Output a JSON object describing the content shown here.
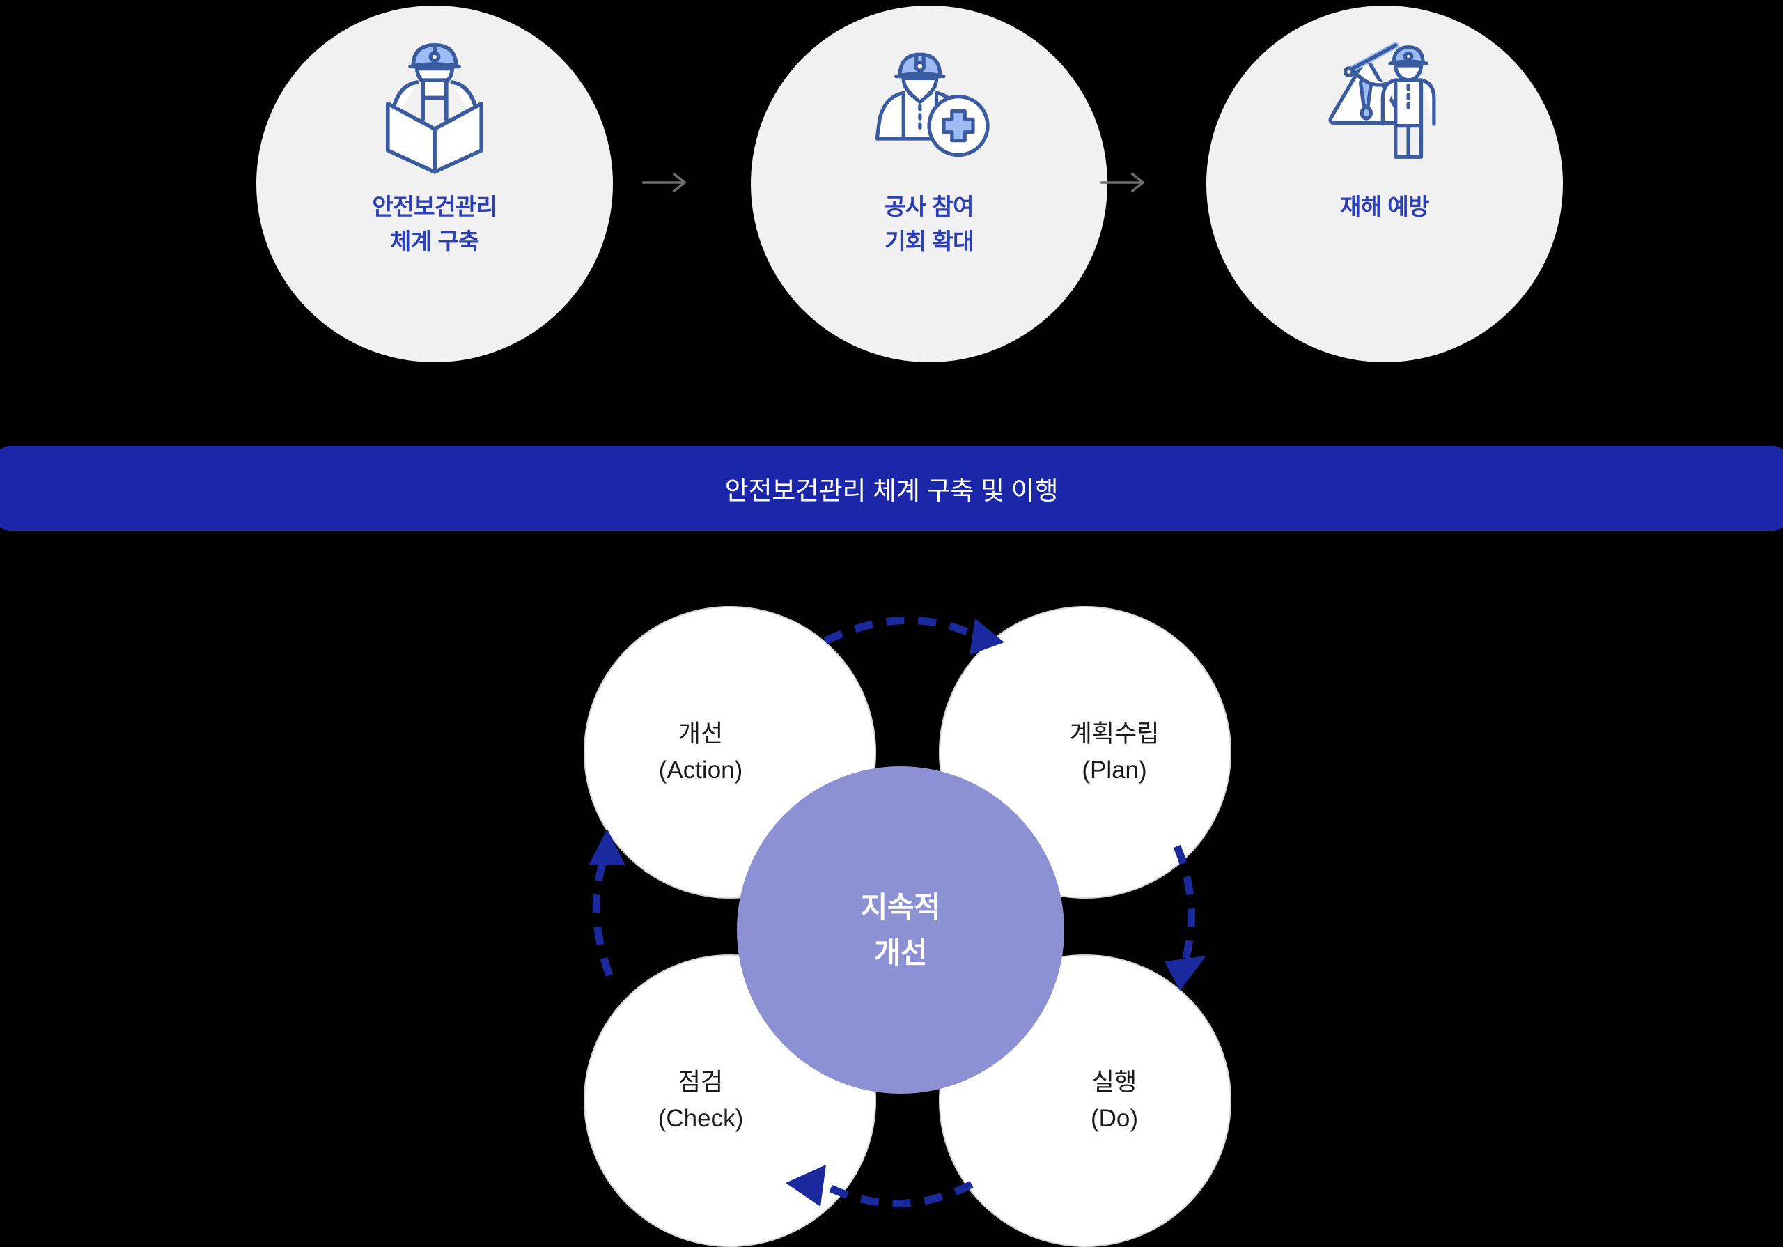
{
  "colors": {
    "background": "#000000",
    "circle_bg": "#f1f1f1",
    "label_blue": "#2b3fb8",
    "banner_blue": "#1b26a8",
    "center_purple": "#8b91d2",
    "arrow_blue": "#1a2a9e",
    "flow_arrow_gray": "#6e6e6e",
    "icon_stroke": "#3a5ba0",
    "icon_fill": "#9dbcf5"
  },
  "top_flow": {
    "steps": [
      {
        "icon": "worker-reading-book-icon",
        "label_line1": "안전보건관리",
        "label_line2": "체계 구축"
      },
      {
        "icon": "worker-with-plus-badge-icon",
        "label_line1": "공사 참여",
        "label_line2": "기회 확대"
      },
      {
        "icon": "worker-with-warning-sign-icon",
        "label_line1": "재해 예방",
        "label_line2": ""
      }
    ],
    "connectors": [
      {
        "icon": "arrow-right-icon"
      },
      {
        "icon": "arrow-right-icon"
      }
    ]
  },
  "banner": {
    "text": "안전보건관리 체계 구축 및 이행"
  },
  "pdca": {
    "center": {
      "line1": "지속적",
      "line2": "개선"
    },
    "nodes": [
      {
        "key": "action",
        "ko": "개선",
        "en": "(Action)"
      },
      {
        "key": "plan",
        "ko": "계획수립",
        "en": "(Plan)"
      },
      {
        "key": "check",
        "ko": "점검",
        "en": "(Check)"
      },
      {
        "key": "do",
        "ko": "실행",
        "en": "(Do)"
      }
    ],
    "arrows": [
      {
        "from": "action",
        "to": "plan",
        "icon": "dashed-curved-arrow-icon",
        "direction": "right"
      },
      {
        "from": "plan",
        "to": "do",
        "icon": "dashed-curved-arrow-icon",
        "direction": "down"
      },
      {
        "from": "do",
        "to": "check",
        "icon": "dashed-curved-arrow-icon",
        "direction": "left"
      },
      {
        "from": "check",
        "to": "action",
        "icon": "dashed-curved-arrow-icon",
        "direction": "up"
      }
    ]
  }
}
